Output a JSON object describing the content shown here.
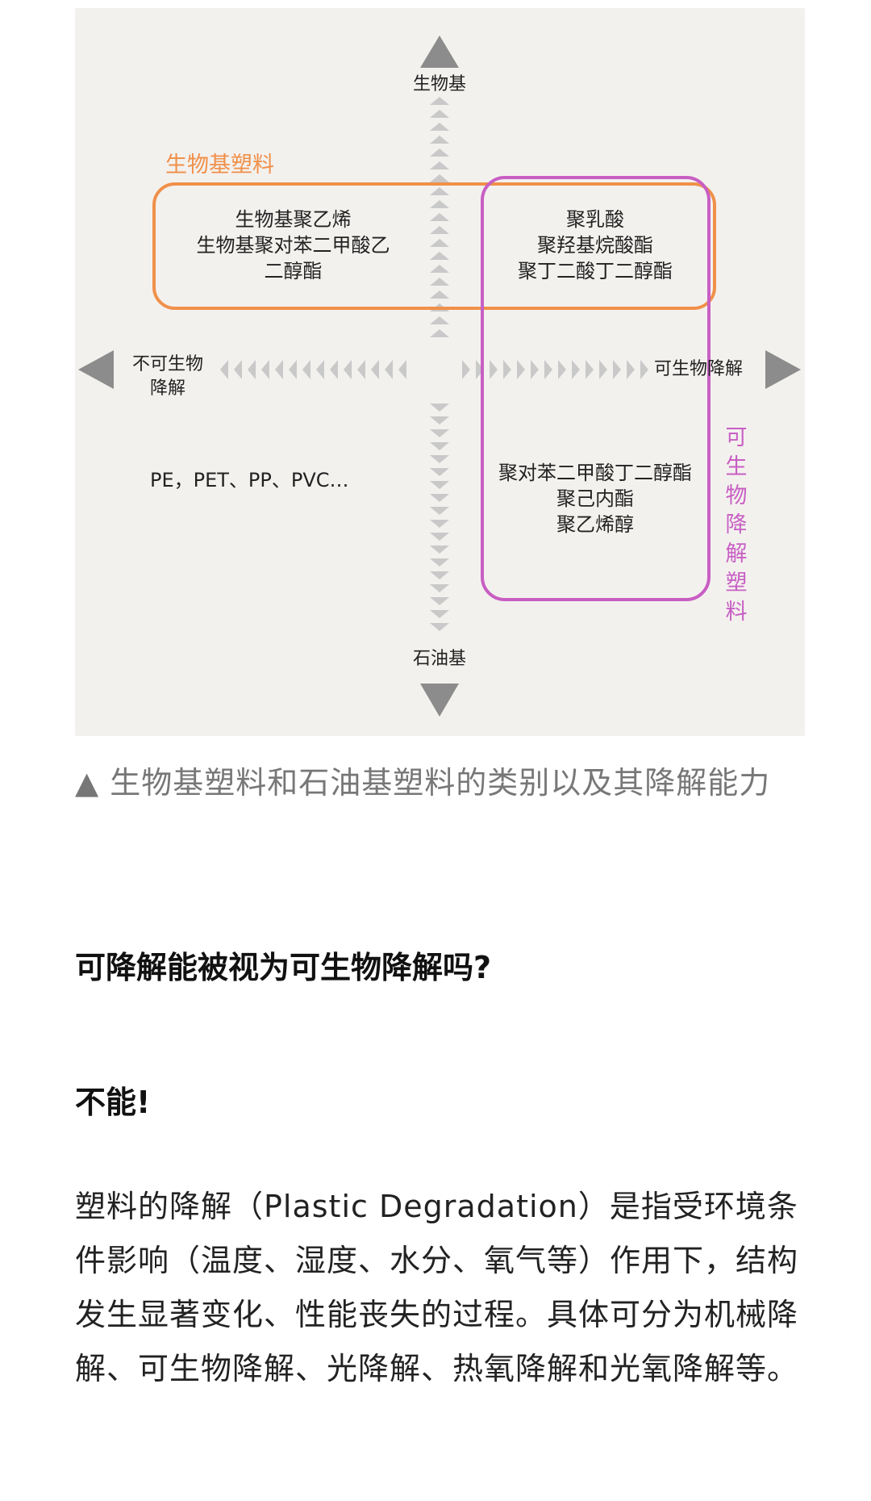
{
  "figure": {
    "axis_top": "生物基",
    "axis_bottom": "石油基",
    "axis_left": [
      "不可生物",
      "降解"
    ],
    "axis_right": "可生物降解",
    "group_biobased": {
      "title": "生物基塑料",
      "items": [
        "生物基聚乙烯",
        "生物基聚对苯二甲酸乙",
        "二醇酯"
      ]
    },
    "group_biodegradable": {
      "label_chars": [
        "可",
        "生",
        "物",
        "降",
        "解",
        "塑",
        "料"
      ]
    },
    "quadrant_top_right": [
      "聚乳酸",
      "聚羟基烷酸酯",
      "聚丁二酸丁二醇酯"
    ],
    "quadrant_bottom_right": [
      "聚对苯二甲酸丁二醇酯",
      "聚己内酯",
      "聚乙烯醇"
    ],
    "quadrant_bottom_left": "PE，PET、PP、PVC…",
    "colors": {
      "biobased_box": "#f0904a",
      "biodegradable_box": "#c85ec4",
      "arrows": "#c9c9c9",
      "axis_triangles": "#8c8c8c",
      "background": "#f3f1ee"
    }
  },
  "caption": "▲ 生物基塑料和石油基塑料的类别以及其降解能力",
  "question": "可降解能被视为可生物降解吗?",
  "answer": "不能!",
  "paragraph": "塑料的降解（Plastic Degradation）是指受环境条件影响（温度、湿度、水分、氧气等）作用下，结构发生显著变化、性能丧失的过程。具体可分为机械降解、可生物降解、光降解、热氧降解和光氧降解等。"
}
